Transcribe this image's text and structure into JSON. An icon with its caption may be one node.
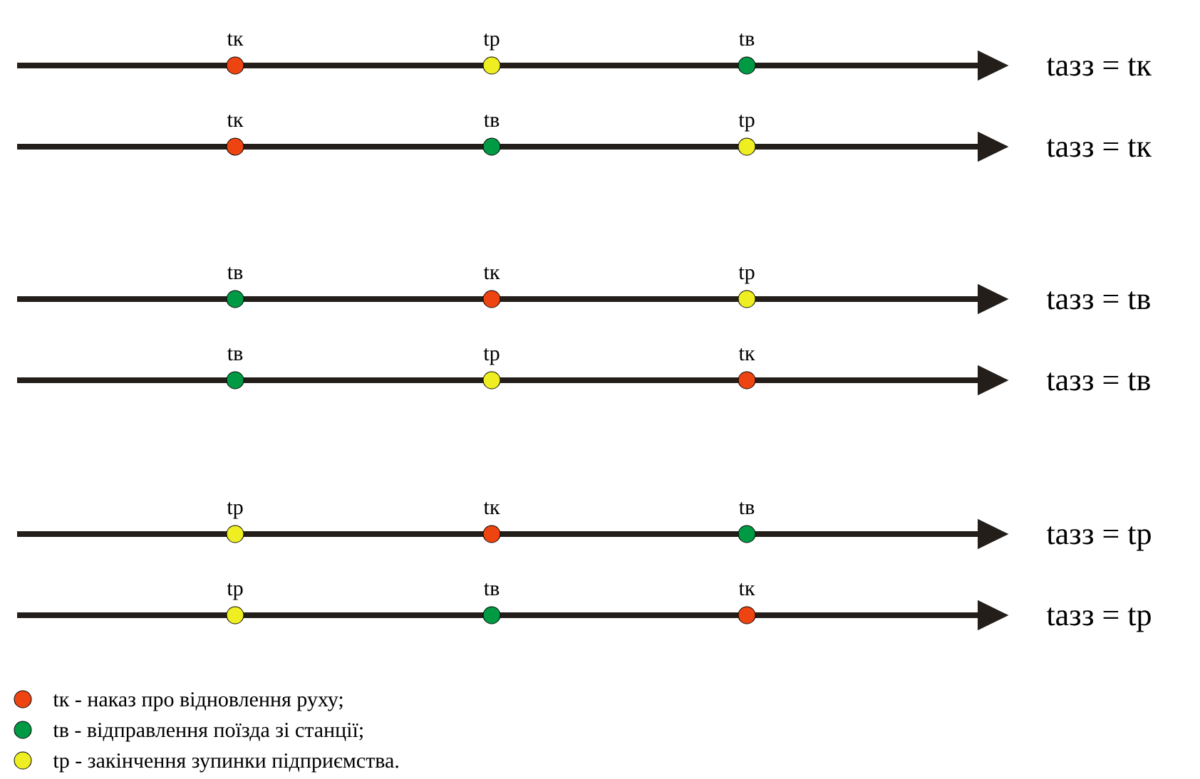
{
  "diagram": {
    "nodes": [
      {
        "text": [
          "tк"
        ]
      },
      {
        "text": [
          "tр"
        ]
      },
      {
        "text": [
          "tв"
        ]
      },
      {
        "text": [
          "tк"
        ]
      },
      {
        "text": [
          "tв"
        ]
      },
      {
        "text": [
          "tр"
        ]
      },
      {
        "text": [
          "tв"
        ]
      },
      {
        "text": [
          "tк"
        ]
      },
      {
        "text": [
          "tр"
        ]
      },
      {
        "text": [
          "tв"
        ]
      },
      {
        "text": [
          "tр"
        ]
      },
      {
        "text": [
          "tк"
        ]
      },
      {
        "text": [
          "tр"
        ]
      },
      {
        "text": [
          "tк"
        ]
      },
      {
        "text": [
          "tв"
        ]
      },
      {
        "text": [
          "tр"
        ]
      },
      {
        "text": [
          "tв"
        ]
      },
      {
        "text": [
          "tк"
        ]
      }
    ],
    "labels": [
      "tазз = tк",
      "tазз = tк",
      "tазз = tв",
      "tазз = tв",
      "tазз = tр",
      "tазз = tр"
    ],
    "legend": [
      {
        "text": "tк - наказ про відновлення руху;",
        "color": "#ee4411"
      },
      {
        "text": "tв - відправлення поїзда зі станції;",
        "color": "#009944"
      },
      {
        "text": "tр - закінчення зупинки підприємства.",
        "color": "#eeee22"
      }
    ]
  }
}
